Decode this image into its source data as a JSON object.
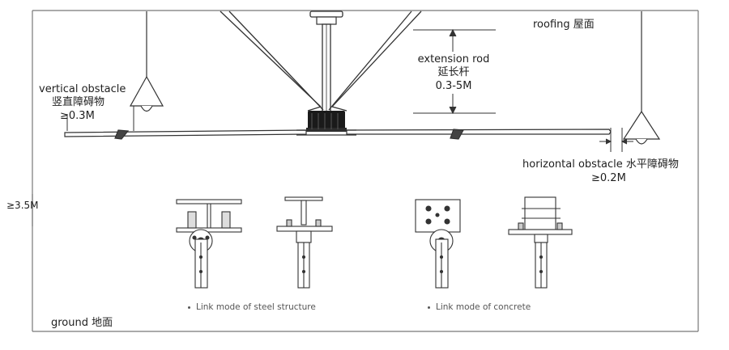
{
  "labels": {
    "roofing": "roofing 屋面",
    "extension_rod": "extension rod",
    "extension_rod_cn": "延长杆",
    "extension_rod_range": "0.3-5M",
    "vertical_obstacle": "vertical obstacle",
    "vertical_obstacle_cn": "竖直障碍物",
    "vertical_obstacle_min": "≥0.3M",
    "horizontal_obstacle": "horizontal obstacle 水平障碍物",
    "horizontal_obstacle_min": "≥0.2M",
    "height_min": "≥3.5M",
    "ground": "ground 地面"
  },
  "captions": {
    "steel": "Link mode of steel structure",
    "concrete": "Link mode of concrete"
  },
  "colors": {
    "line": "#333333",
    "dark": "#1a1a1a",
    "frame": "#777777"
  },
  "icons": [
    "ceiling-fan-icon",
    "lamp-icon",
    "mount-bracket-icon"
  ]
}
